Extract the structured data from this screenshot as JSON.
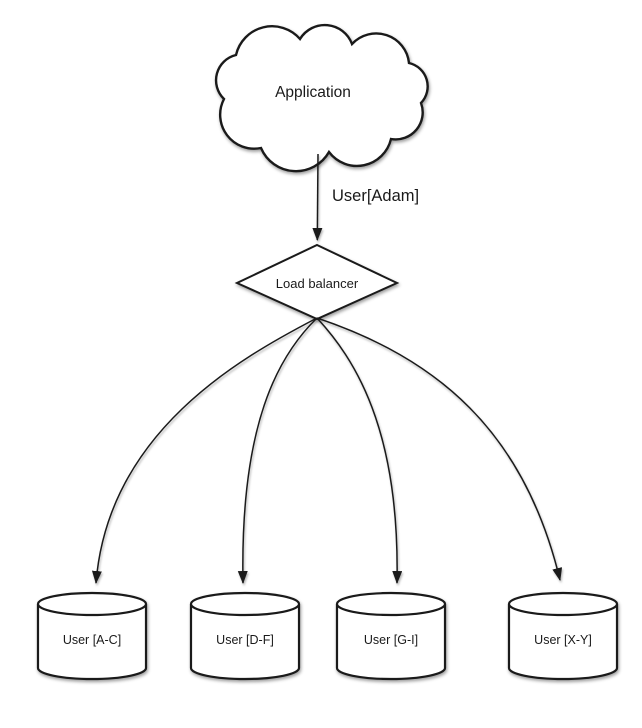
{
  "diagram": {
    "title_hint": "Database sharding via load balancer",
    "colors": {
      "background": "#ffffff",
      "stroke": "#1a1a1a",
      "node_fill": "#ffffff",
      "text": "#1a1a1a"
    },
    "nodes": {
      "application": {
        "label": "Application",
        "shape": "cloud"
      },
      "load_balancer": {
        "label": "Load balancer",
        "shape": "diamond"
      }
    },
    "edges": {
      "app_to_lb": {
        "label": "User[Adam]"
      }
    },
    "shards": [
      {
        "label": "User [A-C]",
        "shape": "cylinder"
      },
      {
        "label": "User [D-F]",
        "shape": "cylinder"
      },
      {
        "label": "User [G-I]",
        "shape": "cylinder"
      },
      {
        "label": "User [X-Y]",
        "shape": "cylinder"
      }
    ]
  }
}
